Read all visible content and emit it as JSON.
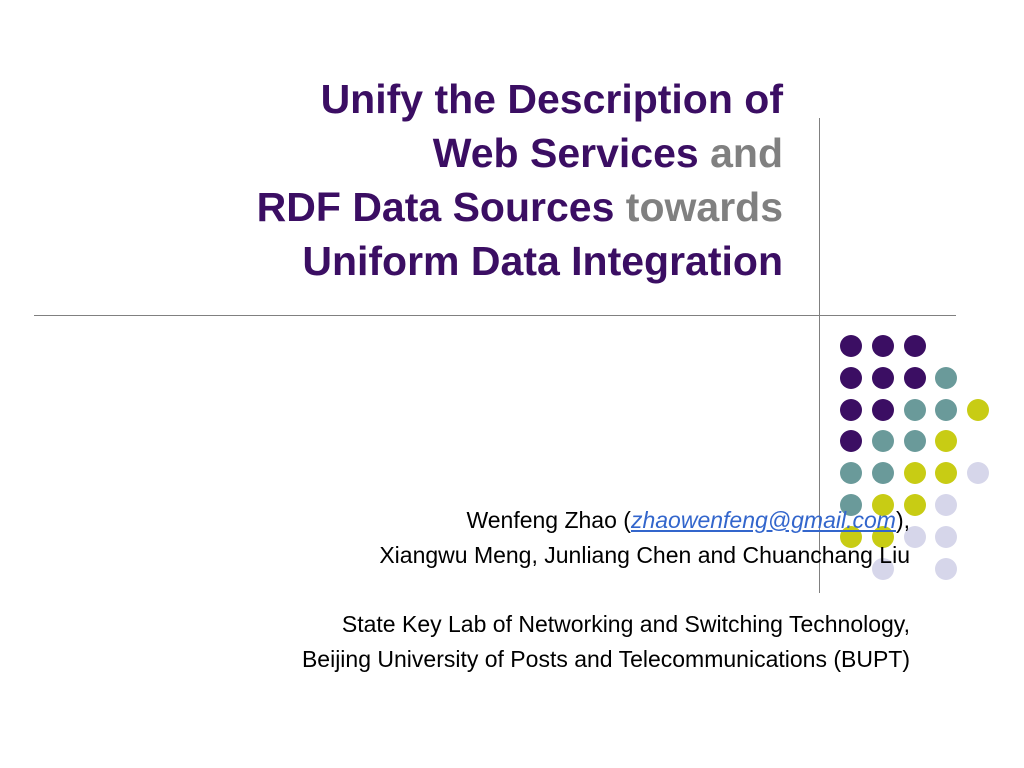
{
  "title": {
    "line1": "Unify the Description of",
    "line2_main": "Web Services",
    "line2_connector": "and",
    "line3_main": "RDF Data Sources",
    "line3_connector": "towards",
    "line4": "Uniform Data Integration"
  },
  "authors": {
    "primary_name": "Wenfeng Zhao (",
    "email": "zhaowenfeng@gmail.com",
    "primary_suffix": "),",
    "coauthors": "Xiangwu Meng, Junliang Chen and Chuanchang Liu"
  },
  "affiliation": {
    "line1": "State Key Lab of Networking and Switching Technology,",
    "line2": "Beijing University of Posts and Telecommunications (BUPT)"
  },
  "colors": {
    "title": "#3b0e63",
    "connector": "#808080",
    "dot_purple": "#3b0e63",
    "dot_teal": "#6a9a9a",
    "dot_yellow": "#c8cc14",
    "dot_lavender": "#d6d6ea",
    "link": "#3366cc"
  }
}
